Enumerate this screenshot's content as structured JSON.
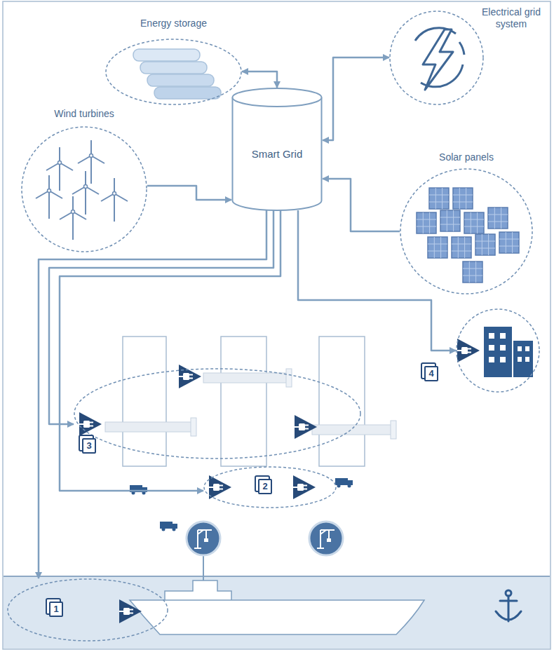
{
  "diagram": {
    "nodes": [
      {
        "text": [
          "Energy storage"
        ]
      },
      {
        "text": [
          "Electrical grid system"
        ]
      },
      {
        "text": [
          "Wind turbines"
        ]
      },
      {
        "text": [
          "Smart Grid"
        ]
      },
      {
        "text": [
          "Solar panels"
        ]
      },
      {
        "text": [
          "4"
        ]
      },
      {
        "text": [
          "3"
        ]
      },
      {
        "text": [
          "2"
        ]
      },
      {
        "text": [
          "1"
        ]
      }
    ],
    "edges": [
      {
        "from": 0,
        "to": 3,
        "arrow": "both"
      },
      {
        "from": 1,
        "to": 3,
        "arrow": "both"
      },
      {
        "from": 2,
        "to": 3,
        "arrow": "to"
      },
      {
        "from": 4,
        "to": 3,
        "arrow": "to"
      },
      {
        "from": 3,
        "to": 5,
        "arrow": "to"
      },
      {
        "from": 3,
        "to": 6,
        "arrow": "to"
      },
      {
        "from": 3,
        "to": 7,
        "arrow": "to"
      },
      {
        "from": 3,
        "to": 8,
        "arrow": "to"
      }
    ]
  }
}
